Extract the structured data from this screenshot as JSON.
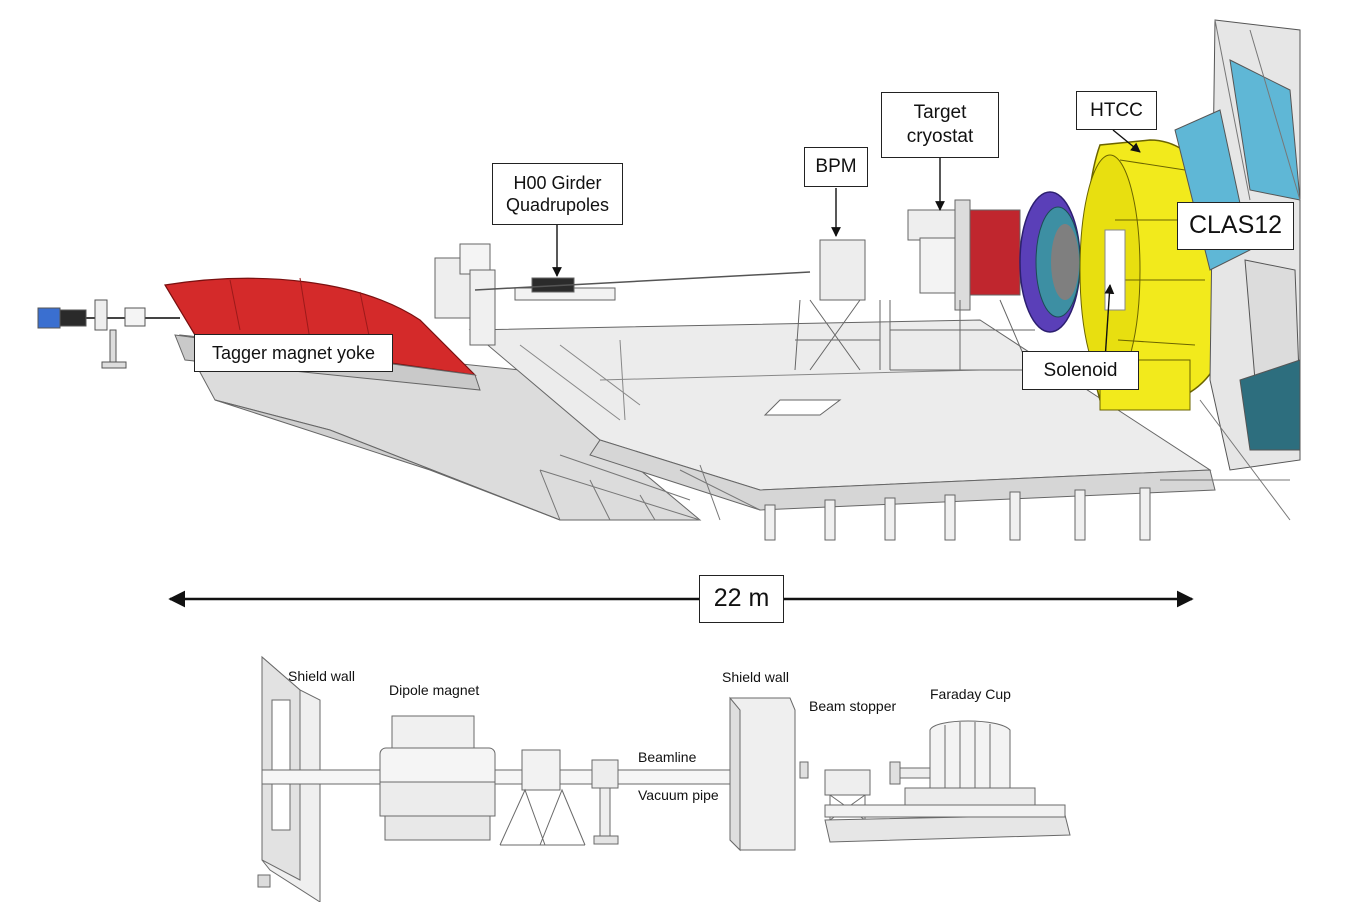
{
  "top_labels": {
    "h00": "H00 Girder Quadrupoles",
    "bpm": "BPM",
    "target": "Target cryostat",
    "htcc": "HTCC",
    "clas12": "CLAS12",
    "tagger": "Tagger magnet yoke",
    "solenoid": "Solenoid"
  },
  "scale": {
    "length": "22 m"
  },
  "bottom_labels": {
    "shield_wall_left": "Shield wall",
    "dipole_magnet": "Dipole magnet",
    "beamline": "Beamline",
    "vacuum_pipe": "Vacuum pipe",
    "shield_wall_right": "Shield wall",
    "beam_stopper": "Beam stopper",
    "faraday_cup": "Faraday Cup"
  },
  "colors": {
    "tagger_red": "#d42a2a",
    "clas12_yellow": "#f2ea1c",
    "detector_purple": "#5a3fb8",
    "panel_blue": "#5fb7d6",
    "structure_gray": "#e4e4e4",
    "outline": "#555555"
  }
}
